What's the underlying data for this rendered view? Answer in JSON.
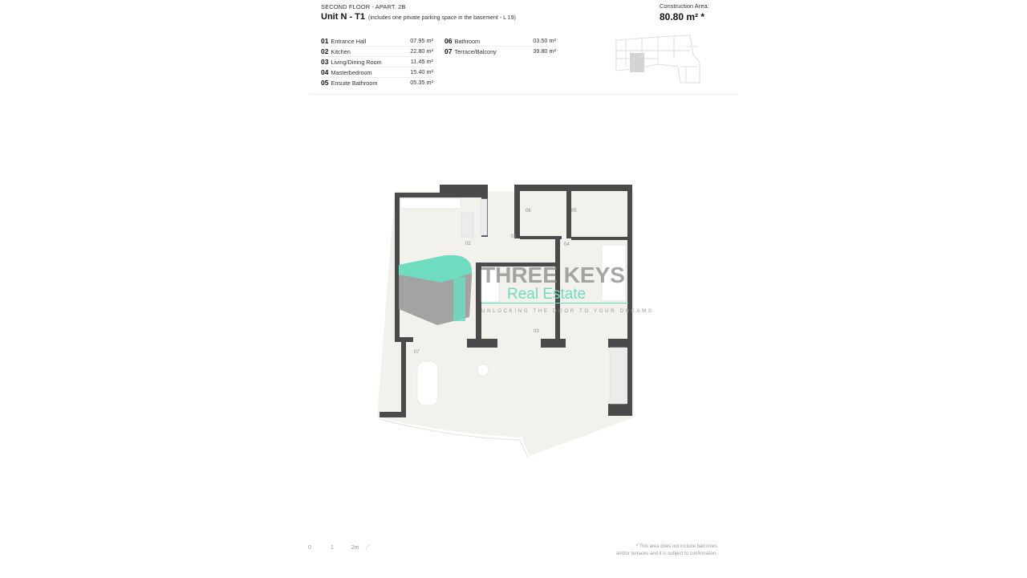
{
  "header": {
    "floor": "SECOND FLOOR - APART. 2B",
    "unit": "Unit N - T1",
    "unit_note": "(includes one private parking space in the basement - L 19)",
    "construction_area_label": "Construction Area:",
    "construction_area_value": "80.80 m² *"
  },
  "rooms": [
    {
      "num": "01",
      "name": "Entrance Hall",
      "area": "07.95 m²"
    },
    {
      "num": "02",
      "name": "Kitchen",
      "area": "22.80 m²"
    },
    {
      "num": "03",
      "name": "Living/Dining Room",
      "area": "11.45 m²"
    },
    {
      "num": "04",
      "name": "Masterbedroom",
      "area": "15.40 m²"
    },
    {
      "num": "05",
      "name": "Ensuite Bathroom",
      "area": "05.35 m²"
    },
    {
      "num": "06",
      "name": "Bathroom",
      "area": "03.50 m²"
    },
    {
      "num": "07",
      "name": "Terrace/Balcony",
      "area": "39.80 m²"
    }
  ],
  "plan_labels": [
    "01",
    "02",
    "03",
    "04",
    "05",
    "06",
    "07"
  ],
  "watermark": {
    "line1": "THREE KEYS",
    "line2": "Real Estate",
    "line3": "UNLOCKING THE DOOR TO YOUR DREAMS"
  },
  "scale": {
    "t0": "0",
    "t1": "1",
    "t2": "2m"
  },
  "footnote": {
    "line1": "* This area does not include balconies",
    "line2": "and/or terraces and it is subject to confirmation."
  },
  "colors": {
    "wall": "#4a4a4a",
    "floor": "#f3f1ec",
    "accent": "#6fdcc0",
    "highlight": "#d4d4d4"
  }
}
